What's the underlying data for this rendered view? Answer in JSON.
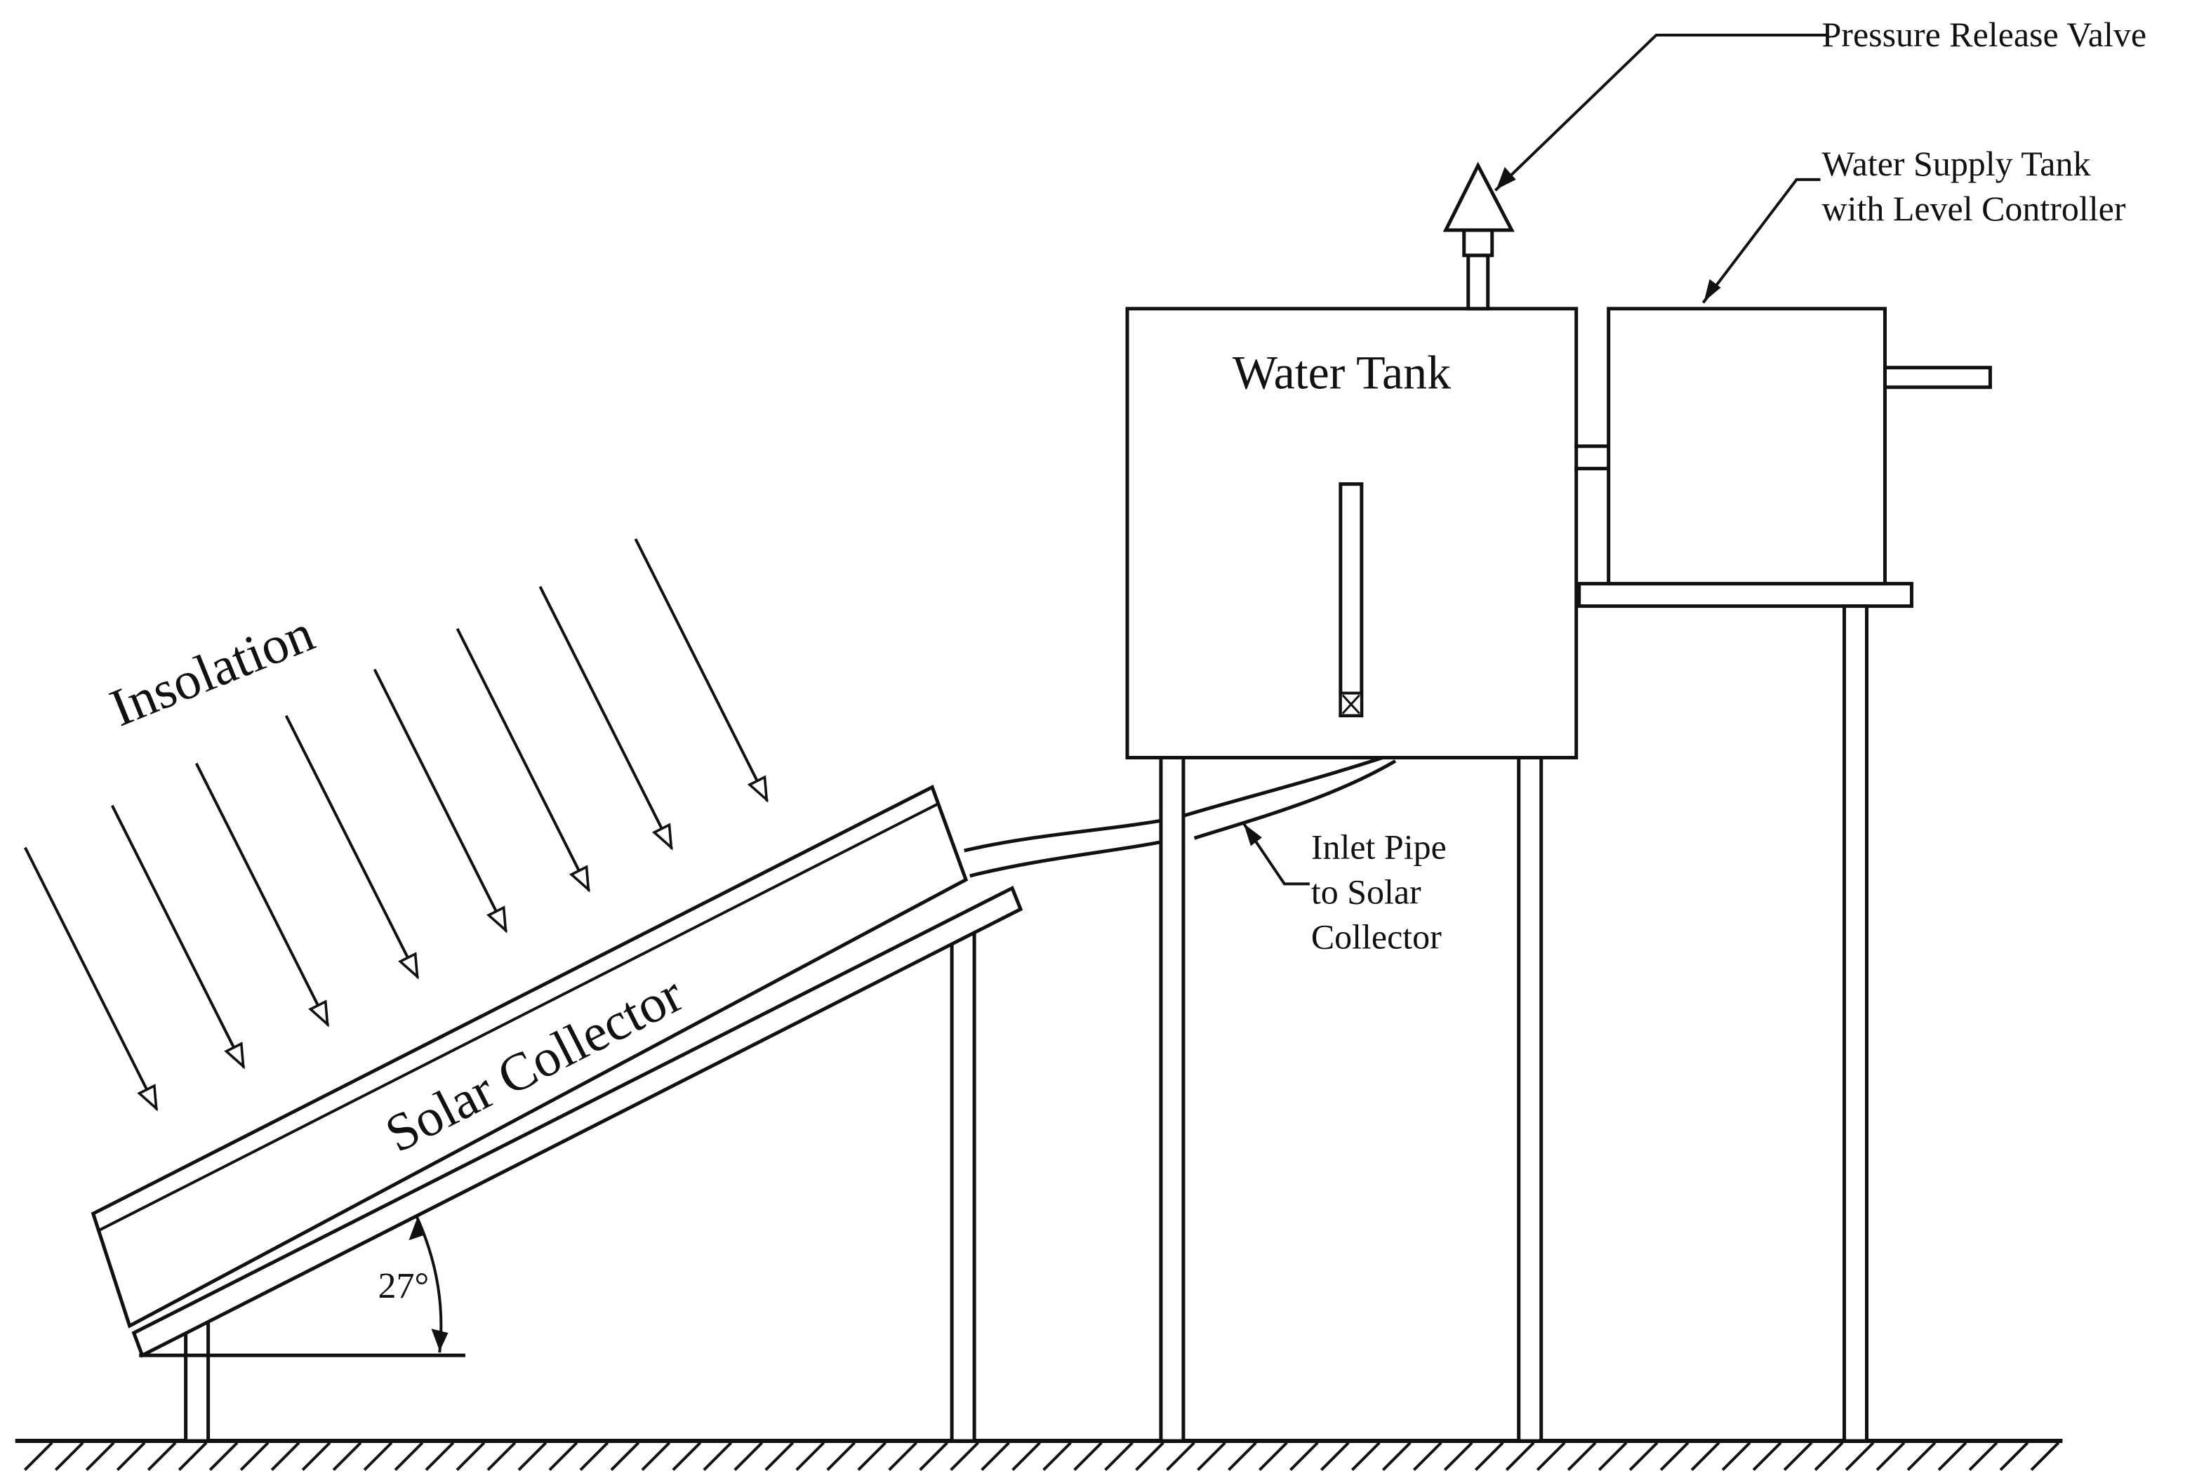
{
  "labels": {
    "pressure_release_valve": "Pressure Release Valve",
    "water_supply_tank_line1": "Water Supply Tank",
    "water_supply_tank_line2": "with Level Controller",
    "water_tank": "Water Tank",
    "insolation": "Insolation",
    "solar_collector": "Solar Collector",
    "inlet_pipe_line1": "Inlet Pipe",
    "inlet_pipe_line2": "to Solar",
    "inlet_pipe_line3": "Collector",
    "tilt_angle": "27°"
  },
  "colors": {
    "line": "#111111",
    "background": "#ffffff"
  }
}
